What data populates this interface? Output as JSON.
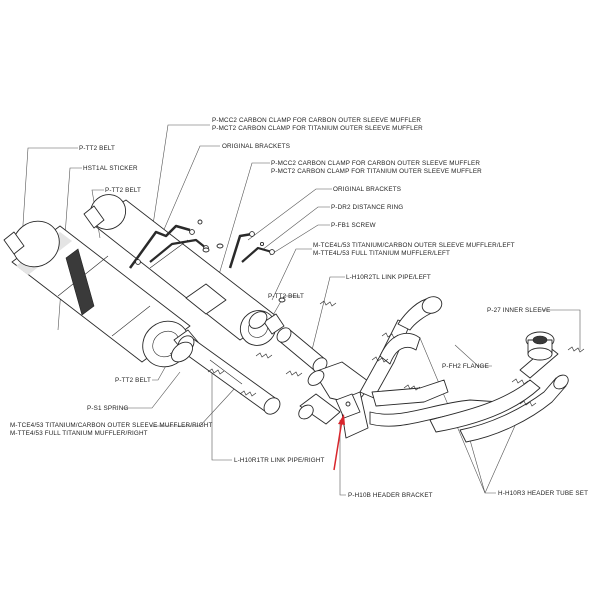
{
  "labels": {
    "mcc2_a": "P-MCC2   CARBON CLAMP FOR CARBON OUTER SLEEVE MUFFLER",
    "mct2_a": "P-MCT2   CARBON CLAMP FOR TITANIUM OUTER SLEEVE MUFFLER",
    "orig_a": "ORIGINAL BRACKETS",
    "tt2_belt_1": "P-TT2 BELT",
    "hst1al": "HST1AL   STICKER",
    "tt2_belt_2": "P-TT2 BELT",
    "mcc2_b": "P-MCC2   CARBON CLAMP FOR CARBON OUTER SLEEVE MUFFLER",
    "mct2_b": "P-MCT2   CARBON CLAMP FOR TITANIUM OUTER SLEEVE MUFFLER",
    "orig_b": "ORIGINAL BRACKETS",
    "dr2": "P-DR2   DISTANCE RING",
    "fb1": "P-FB1   SCREW",
    "tce4_left": "M-TCE4L/53   TITANIUM/CARBON OUTER SLEEVE MUFFLER/LEFT",
    "tte4_left": "M-TTE4L/53   FULL TITANIUM MUFFLER/LEFT",
    "h10r2tl": "L-H10R2TL   LINK PIPE/LEFT",
    "tt2_belt_3": "P-TT2 BELT",
    "p27": "P-27   INNER SLEEVE",
    "fh2": "P-FH2   FLANGE",
    "tt2_belt_4": "P-TT2 BELT",
    "spring": "P-S1   SPRING",
    "tce4_right": "M-TCE4/53   TITANIUM/CARBON OUTER SLEEVE MUFFLER/RIGHT",
    "tte4_right": "M-TTE4/53   FULL TITANIUM MUFFLER/RIGHT",
    "h10r1tr": "L-H10R1TR   LINK PIPE/RIGHT",
    "h10b": "P-H10B   HEADER BRACKET",
    "h10r3": "H-H10R3   HEADER TUBE SET"
  },
  "colors": {
    "line": "#555555",
    "parts": "#2a2a2a",
    "arrow": "#d8262c"
  }
}
